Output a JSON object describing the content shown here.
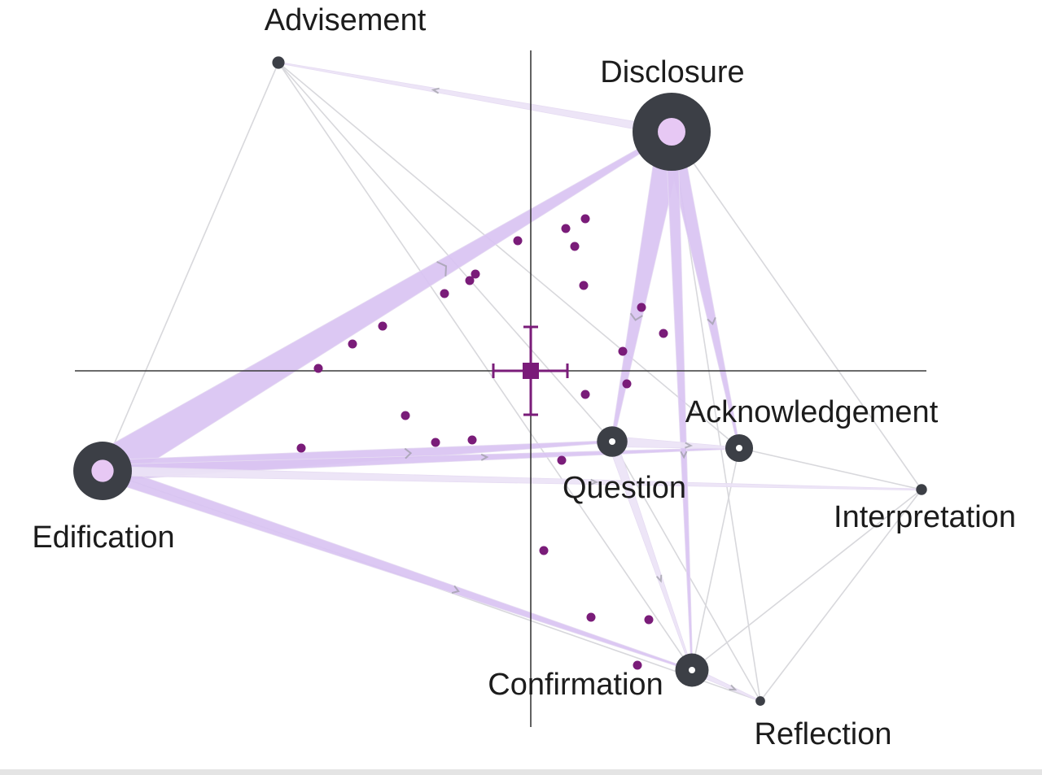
{
  "colors": {
    "edge_fill": "#d9c3f2",
    "edge_fill_light": "#ece3f6",
    "edge_thin": "#d8d8dc",
    "node_ring": "#3c3f46",
    "node_center_large": "#e7c8f4",
    "node_center_small": "#ffffff",
    "point": "#7a1c79",
    "centroid": "#7a1c79",
    "axis": "#3a3a3a",
    "chevron": "#9a9aa2"
  },
  "nodes": [
    {
      "id": "advisement",
      "label": "Advisement",
      "weight": 0.06
    },
    {
      "id": "disclosure",
      "label": "Disclosure",
      "weight": 1.0
    },
    {
      "id": "acknowledgement",
      "label": "Acknowledgement",
      "weight": 0.28
    },
    {
      "id": "question",
      "label": "Question",
      "weight": 0.32
    },
    {
      "id": "interpretation",
      "label": "Interpretation",
      "weight": 0.04
    },
    {
      "id": "edification",
      "label": "Edification",
      "weight": 0.72
    },
    {
      "id": "confirmation",
      "label": "Confirmation",
      "weight": 0.36
    },
    {
      "id": "reflection",
      "label": "Reflection",
      "weight": 0.02
    }
  ],
  "edges": [
    {
      "from": "edification",
      "to": "disclosure",
      "weight": 1.0
    },
    {
      "from": "edification",
      "to": "question",
      "weight": 0.55
    },
    {
      "from": "edification",
      "to": "acknowledgement",
      "weight": 0.3
    },
    {
      "from": "edification",
      "to": "confirmation",
      "weight": 0.4
    },
    {
      "from": "edification",
      "to": "interpretation",
      "weight": 0.22
    },
    {
      "from": "edification",
      "to": "advisement",
      "weight": 0.08
    },
    {
      "from": "disclosure",
      "to": "question",
      "weight": 0.7
    },
    {
      "from": "disclosure",
      "to": "acknowledgement",
      "weight": 0.45
    },
    {
      "from": "disclosure",
      "to": "confirmation",
      "weight": 0.3
    },
    {
      "from": "disclosure",
      "to": "advisement",
      "weight": 0.18
    },
    {
      "from": "disclosure",
      "to": "interpretation",
      "weight": 0.06
    },
    {
      "from": "disclosure",
      "to": "reflection",
      "weight": 0.05
    },
    {
      "from": "question",
      "to": "acknowledgement",
      "weight": 0.25
    },
    {
      "from": "question",
      "to": "confirmation",
      "weight": 0.22
    },
    {
      "from": "question",
      "to": "reflection",
      "weight": 0.05
    },
    {
      "from": "acknowledgement",
      "to": "confirmation",
      "weight": 0.08
    },
    {
      "from": "acknowledgement",
      "to": "interpretation",
      "weight": 0.06
    },
    {
      "from": "confirmation",
      "to": "interpretation",
      "weight": 0.05
    },
    {
      "from": "confirmation",
      "to": "reflection",
      "weight": 0.12
    },
    {
      "from": "advisement",
      "to": "confirmation",
      "weight": 0.05
    },
    {
      "from": "advisement",
      "to": "acknowledgement",
      "weight": 0.04
    },
    {
      "from": "advisement",
      "to": "question",
      "weight": 0.04
    },
    {
      "from": "interpretation",
      "to": "reflection",
      "weight": 0.04
    },
    {
      "from": "edification",
      "to": "reflection",
      "weight": 0.04
    }
  ]
}
